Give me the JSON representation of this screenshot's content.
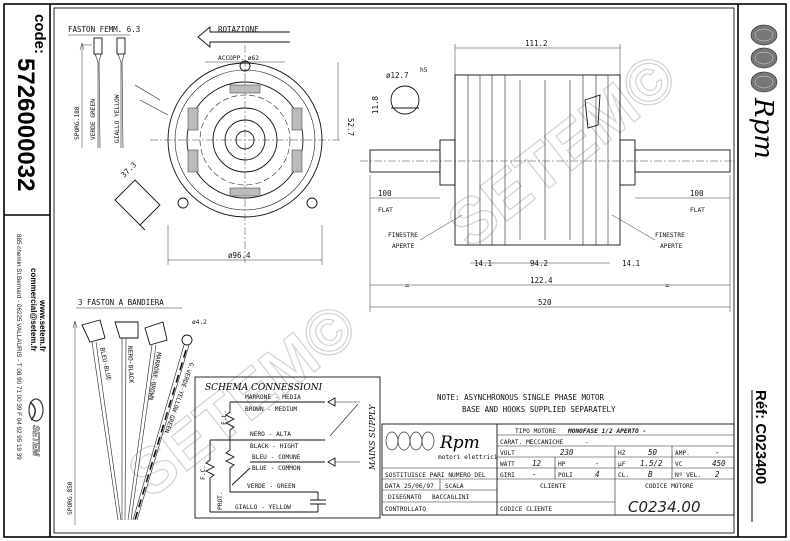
{
  "left_strip": {
    "code_label": "code:",
    "code": "5726000032",
    "website": "www.setem.fr",
    "email": "commercial@setem.fr",
    "address": "885 chemin St.Bernard - 06225 VALLAURIS - T 08 90 71 00 39  F 04 92 95 19 39",
    "logo_text": "SETEM"
  },
  "right_strip": {
    "brand": "Rpm",
    "ref": "Réf: C023400"
  },
  "watermark": "SETEM©",
  "faston_femm": {
    "title": "FASTON FEMM. 6.3",
    "length": "SPORG.180",
    "wires": [
      "VERDE  GREEN",
      "GIALLO  YELLOW"
    ]
  },
  "front_view": {
    "rotation": "ROTAZIONE",
    "coupling": "ACCOPP. ø62",
    "height": "52.7",
    "offset": "37.3",
    "diameter": "ø96.4"
  },
  "side_view": {
    "length": "111.2",
    "shaft_diameter": "ø12.7",
    "shaft_tolerance": "h5",
    "flat_depth": "11.8",
    "flat_left": "100",
    "flat_right": "100",
    "flat_label": "FLAT",
    "windows_line1": "FINESTRE",
    "windows_line2": "APERTE",
    "dim_left": "14.1",
    "dim_center": "94.2",
    "dim_right": "14.1",
    "equal": "=",
    "dim_hooks": "122.4",
    "total": "520"
  },
  "faston_bandiera": {
    "title": "3 FASTON A BANDIERA",
    "ring": "ø4.2",
    "length": "SPORG.850",
    "wires": [
      "BLEU-BLUE",
      "NERO-BLACK",
      "MARRONE-BROWN",
      "G.VERDE-YELLOW GREEN"
    ]
  },
  "schema": {
    "title": "SCHEMA CONNESSIONI",
    "rows": [
      {
        "it": "MARRONE - MEDIA",
        "en": "BROWN - MEDIUM"
      },
      {
        "it": "NERO - ALTA",
        "en": "BLACK - HIGHT"
      },
      {
        "it": "BLEU - COMUNE",
        "en": "BLUE - COMMON"
      },
      {
        "it": "VERDE - GREEN",
        "en": ""
      },
      {
        "it": "GIALLO - YELLOW",
        "en": ""
      }
    ],
    "fl": "F.L.",
    "fc": "F.C.",
    "prot": "PROT.",
    "mains": "MAINS SUPPLY"
  },
  "note": {
    "line1": "NOTE: ASYNCHRONOUS SINGLE PHASE MOTOR",
    "line2": "BASE AND HOOKS SUPPLIED SEPARATELY"
  },
  "title_block": {
    "brand": "Rpm",
    "brand_sub": "motori elettrici",
    "tipo_label": "TIPO MOTORE",
    "tipo_value": "MONOFASE 1/2 APERTO -",
    "carat_label": "CARAT. MECCANICHE",
    "carat_value": "-",
    "volt_label": "VOLT",
    "volt": "230",
    "hz_label": "HZ",
    "hz": "50",
    "amp_label": "AMP.",
    "amp": "-",
    "watt_label": "WATT",
    "watt": "12",
    "hp_label": "HP",
    "hp": "-",
    "uf_label": "µF",
    "uf": "1.5/2",
    "vc_label": "VC",
    "vc": "450",
    "giri_label": "GIRI",
    "giri": "-",
    "poli_label": "POLI",
    "poli": "4",
    "cl_label": "CL.",
    "cl": "B",
    "nvel_label": "Nº VEL.",
    "nvel": "2",
    "sostituisce": "SOSTITUISCE PARI NUMERO DEL",
    "data_label": "DATA",
    "data": "25/06/97",
    "scala_label": "SCALA",
    "disegnato_label": "DISEGNATO",
    "disegnato": "BACCAGLINI",
    "controllato_label": "CONTROLLATO",
    "cliente_label": "CLIENTE",
    "codice_cliente_label": "CODICE CLIENTE",
    "codice_motore_label": "CODICE MOTORE",
    "codice_motore": "C0234.00"
  }
}
